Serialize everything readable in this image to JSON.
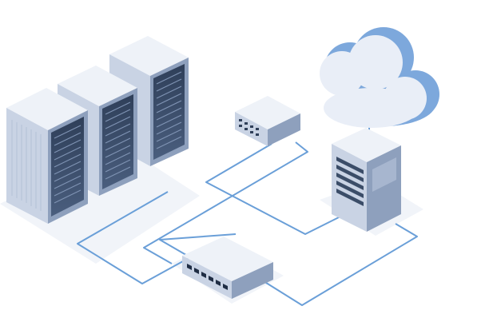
{
  "diagram": {
    "nodes": [
      {
        "id": "server-rack-front",
        "kind": "server-rack",
        "icon": "server-rack-icon"
      },
      {
        "id": "server-rack-middle",
        "kind": "server-rack",
        "icon": "server-rack-icon"
      },
      {
        "id": "server-rack-back",
        "kind": "server-rack",
        "icon": "server-rack-icon"
      },
      {
        "id": "router",
        "kind": "router",
        "icon": "router-icon"
      },
      {
        "id": "tower-server",
        "kind": "tower-server",
        "icon": "tower-server-icon"
      },
      {
        "id": "cloud",
        "kind": "cloud",
        "icon": "cloud-icon"
      },
      {
        "id": "network-switch",
        "kind": "network-switch",
        "icon": "network-switch-icon"
      }
    ],
    "connections": [
      {
        "from": "router",
        "to": "tower-server"
      },
      {
        "from": "router",
        "to": "network-switch"
      },
      {
        "from": "tower-server",
        "to": "cloud"
      },
      {
        "from": "tower-server",
        "to": "network-switch"
      },
      {
        "from": "server-rack-front",
        "to": "network-switch"
      }
    ]
  },
  "colors": {
    "accent": "#5b8fd0",
    "link": "#6a9fd8",
    "device_light": "#e8edf5",
    "device_mid": "#c5d0e2",
    "device_dark": "#8ea0bd",
    "rack_panel": "#3b4d68",
    "cloud_face": "#e9eef7",
    "cloud_side": "#7da8dc",
    "port": "#1f2d44",
    "shadow": "#f1f4f9"
  }
}
